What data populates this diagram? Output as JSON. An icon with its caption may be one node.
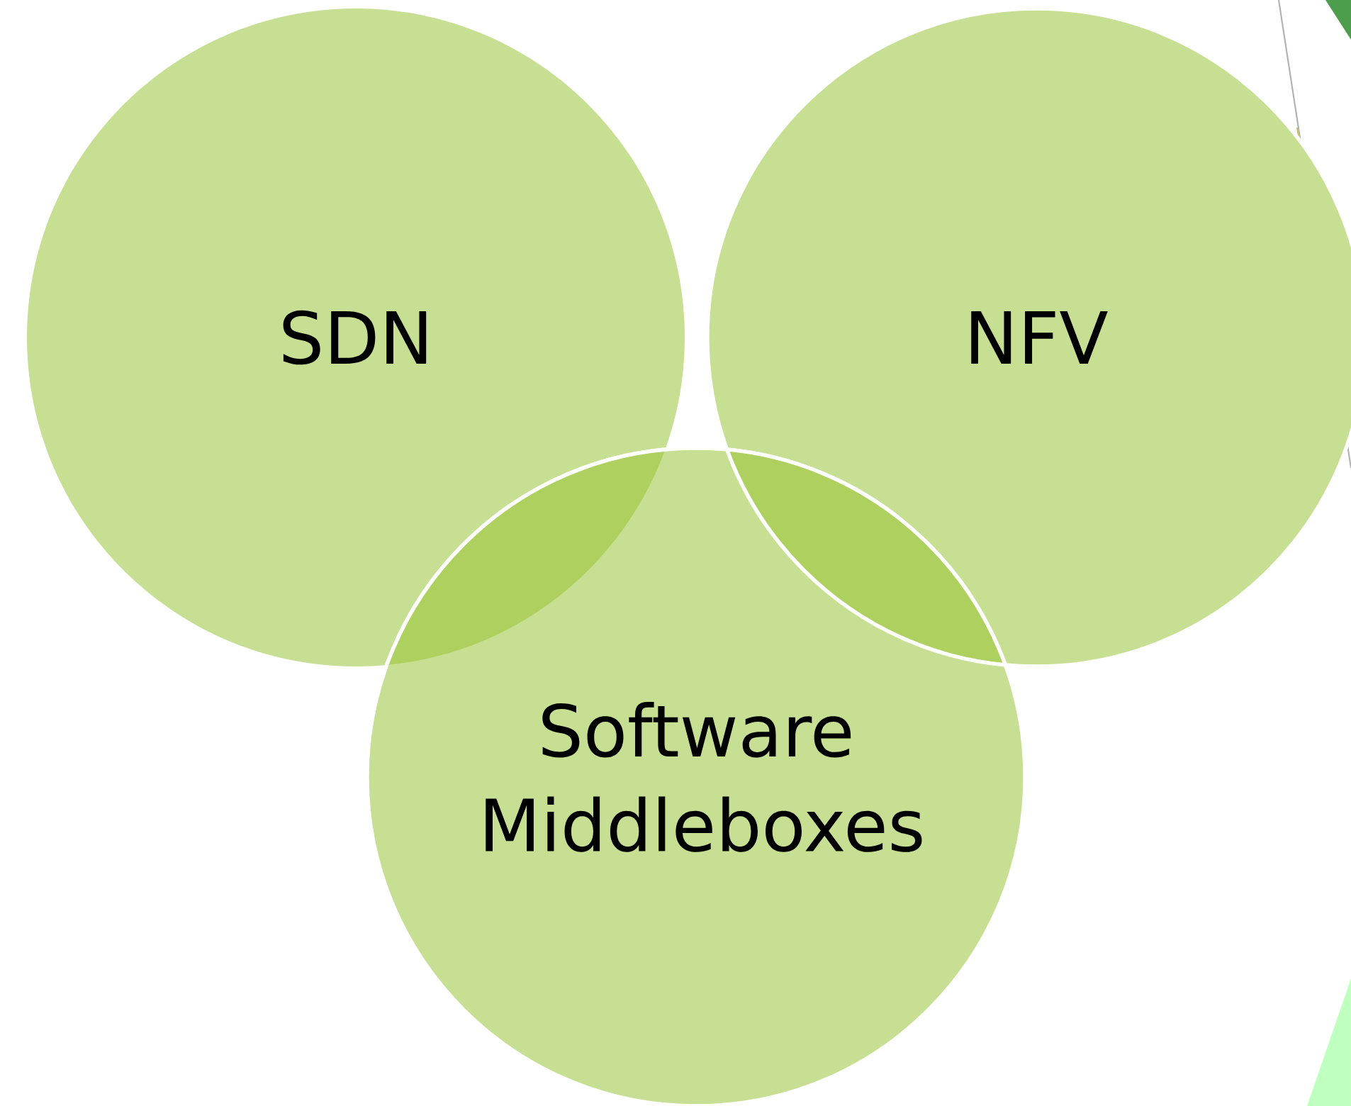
{
  "diagram": {
    "nodes": [
      {
        "text": [
          "SDN"
        ]
      },
      {
        "text": [
          "NFV"
        ]
      },
      {
        "text": [
          "Software Middleboxes"
        ]
      }
    ]
  }
}
